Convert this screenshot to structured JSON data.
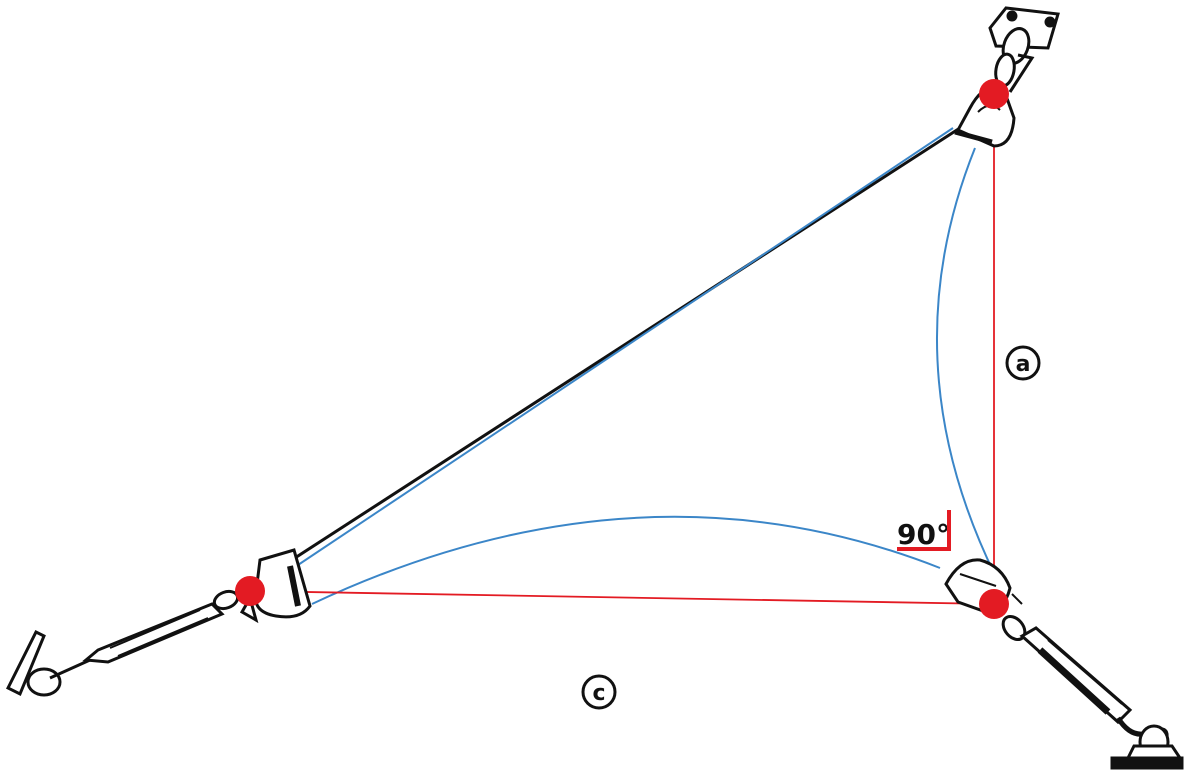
{
  "labels": {
    "side_a": "a",
    "side_c": "c",
    "angle": "90°"
  },
  "colors": {
    "measure_line": "#e31b23",
    "sail_edge": "#3b86c8",
    "outline": "#111111",
    "anchor_point": "#e31b23",
    "angle_label": "#111111"
  },
  "icons": {
    "top_anchor": "wall-eye-plate-icon",
    "left_anchor": "turnbuckle-hook-icon",
    "right_anchor": "turnbuckle-ground-eye-icon",
    "corner_ring": "d-ring-icon"
  }
}
